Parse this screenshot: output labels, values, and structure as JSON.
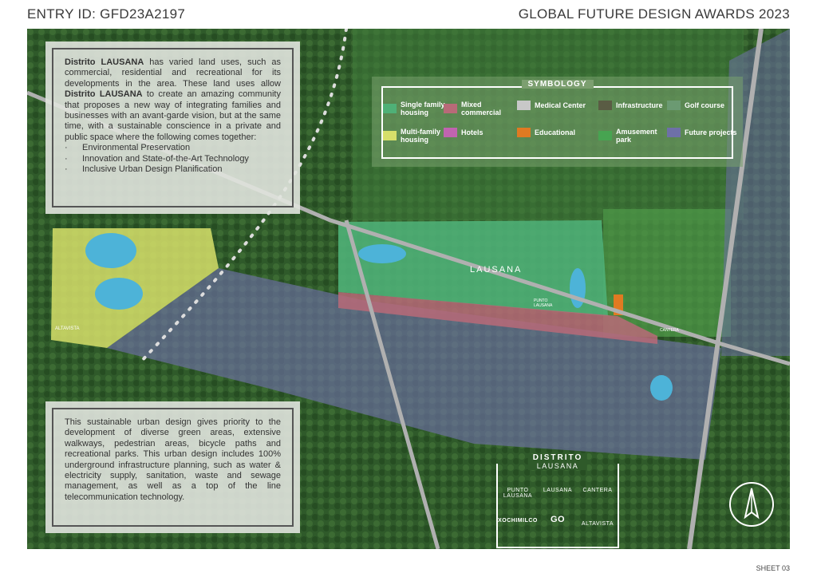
{
  "header": {
    "entry_id": "ENTRY ID: GFD23A2197",
    "award": "GLOBAL FUTURE DESIGN AWARDS 2023"
  },
  "footer": {
    "sheet": "SHEET 03"
  },
  "intro": {
    "b1": "Distrito LAUSANA",
    "t1": " has varied land uses, such as commercial, residential and recreational for its developments in the area. These land uses allow ",
    "b2": "Distrito LAUSANA",
    "t2": " to create an amazing community that proposes a new way of integrating families and businesses with an avant-garde vision, but at the same time, with a sustainable conscience in a private and public space where the following comes together:",
    "bullets": [
      "Environmental Preservation",
      "Innovation and State-of-the-Art Technology",
      "Inclusive Urban Design Planification"
    ]
  },
  "description": "This sustainable urban design gives priority to the development of diverse green areas, extensive walkways, pedestrian areas, bicycle paths and recreational parks. This urban design includes 100% underground infrastructure planning, such as water & electricity supply, sanitation, waste and sewage management, as well as a top of the line telecommunication technology.",
  "legend": {
    "title": "SYMBOLOGY",
    "items": [
      {
        "label": "Single family housing",
        "color": "#4fb077"
      },
      {
        "label": "Mixed commercial",
        "color": "#b86a78"
      },
      {
        "label": "Medical Center",
        "color": "#c8c8c8"
      },
      {
        "label": "Infrastructure",
        "color": "#5a5c44"
      },
      {
        "label": "Golf course",
        "color": "#6b9a72"
      },
      {
        "label": "Multi-family housing",
        "color": "#d6df6a"
      },
      {
        "label": "Hotels",
        "color": "#c064b0"
      },
      {
        "label": "Educational",
        "color": "#e07a22"
      },
      {
        "label": "Amusement park",
        "color": "#47a451"
      },
      {
        "label": "Future projects",
        "color": "#6e70a8"
      }
    ]
  },
  "map_labels": {
    "lausana": "LAUSANA",
    "altavista": "ALTAVISTA",
    "punto": "PUNTO LAUSANA",
    "cantera": "CANTERA"
  },
  "brands": {
    "title": "DISTRITO",
    "subtitle": "LAUSANA",
    "logos": [
      "PUNTO LAUSANA",
      "LAUSANA",
      "CANTERA",
      "XOCHIMILCO",
      "GO",
      "ALTAVISTA"
    ]
  }
}
